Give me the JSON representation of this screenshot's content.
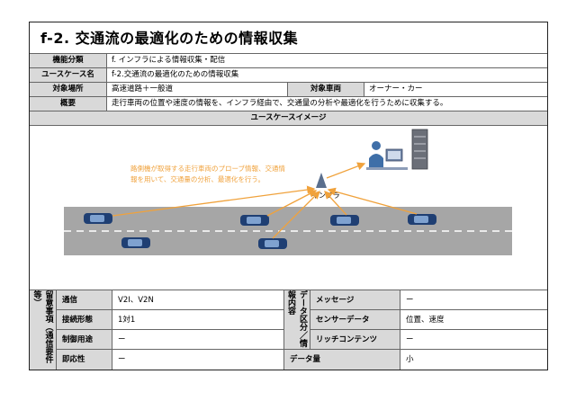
{
  "title": "f-2. 交通流の最適化のための情報収集",
  "info": {
    "category_label": "機能分類",
    "category_value": "f. インフラによる情報収集・配信",
    "usecase_label": "ユースケース名",
    "usecase_value": "f-2.交通流の最適化のための情報収集",
    "location_label": "対象場所",
    "location_value": "高速道路＋一般道",
    "vehicle_label": "対象車両",
    "vehicle_value": "オーナー・カー",
    "summary_label": "概要",
    "summary_value": "走行車両の位置や速度の情報を、インフラ経由で、交通量の分析や最適化を行うために収集する。"
  },
  "image": {
    "header": "ユースケースイメージ",
    "callout_line1": "路側機が取得する走行車両のプローブ情報、交通情",
    "callout_line2": "報を用いて、交通量の分析、最適化を行う。",
    "infra_label": "インフラ",
    "colors": {
      "arrow": "#f0a23c",
      "road": "#a6a6a6",
      "car": "#1f3f73"
    }
  },
  "requirements": {
    "side_label": "留意事項（通信要件等）",
    "comm_label": "通信",
    "comm_value": "V2I、V2N",
    "conn_label": "接続形態",
    "conn_value": "1対1",
    "control_label": "制御用途",
    "control_value": "ー",
    "immediacy_label": "即応性",
    "immediacy_value": "ー",
    "data_side_label": "データ区分／情報内容",
    "message_label": "メッセージ",
    "message_value": "ー",
    "sensor_label": "センサーデータ",
    "sensor_value": "位置、速度",
    "rich_label": "リッチコンテンツ",
    "rich_value": "ー",
    "volume_label": "データ量",
    "volume_value": "小"
  }
}
